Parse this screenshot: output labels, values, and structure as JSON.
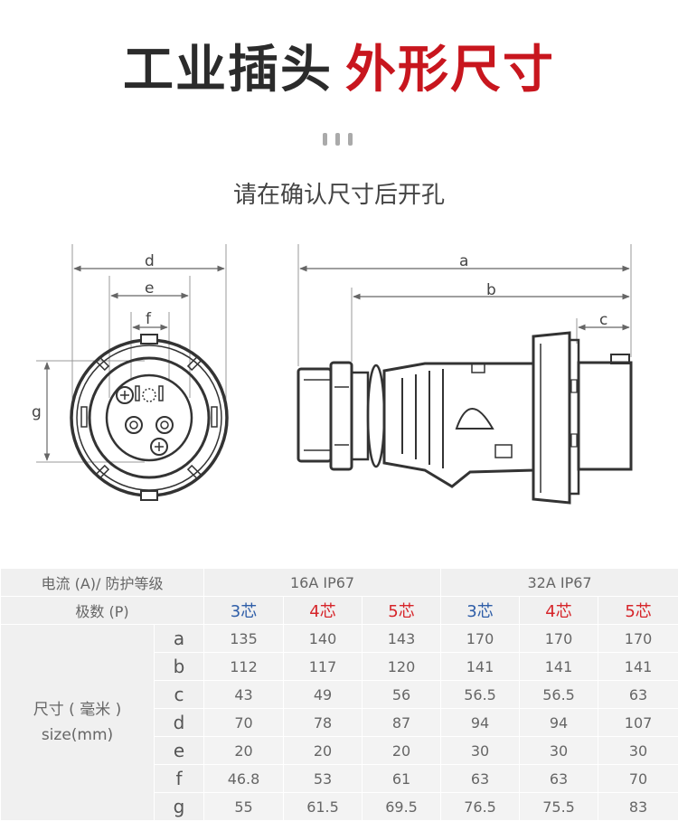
{
  "title": {
    "part1": "工业插头",
    "part2": "外形尺寸"
  },
  "subtitle": "请在确认尺寸后开孔",
  "dimension_labels": {
    "a": "a",
    "b": "b",
    "c": "c",
    "d": "d",
    "e": "e",
    "f": "f",
    "g": "g"
  },
  "table": {
    "header_current_label": "电流 (A)/ 防护等级",
    "group_16A": "16A   IP67",
    "group_32A": "32A   IP67",
    "poles_label": "极数 (P)",
    "cores": [
      "3芯",
      "4芯",
      "5芯",
      "3芯",
      "4芯",
      "5芯"
    ],
    "size_label_line1": "尺寸 ( 毫米 )",
    "size_label_line2": "size(mm)",
    "rows": [
      {
        "dim": "a",
        "values": [
          "135",
          "140",
          "143",
          "170",
          "170",
          "170"
        ]
      },
      {
        "dim": "b",
        "values": [
          "112",
          "117",
          "120",
          "141",
          "141",
          "141"
        ]
      },
      {
        "dim": "c",
        "values": [
          "43",
          "49",
          "56",
          "56.5",
          "56.5",
          "63"
        ]
      },
      {
        "dim": "d",
        "values": [
          "70",
          "78",
          "87",
          "94",
          "94",
          "107"
        ]
      },
      {
        "dim": "e",
        "values": [
          "20",
          "20",
          "20",
          "30",
          "30",
          "30"
        ]
      },
      {
        "dim": "f",
        "values": [
          "46.8",
          "53",
          "61",
          "63",
          "63",
          "70"
        ]
      },
      {
        "dim": "g",
        "values": [
          "55",
          "61.5",
          "69.5",
          "76.5",
          "75.5",
          "83"
        ]
      }
    ]
  },
  "colors": {
    "title_dark": "#2b2b2b",
    "title_red": "#c8161e",
    "core_blue": "#2f5ea8",
    "core_red": "#d6252a"
  }
}
